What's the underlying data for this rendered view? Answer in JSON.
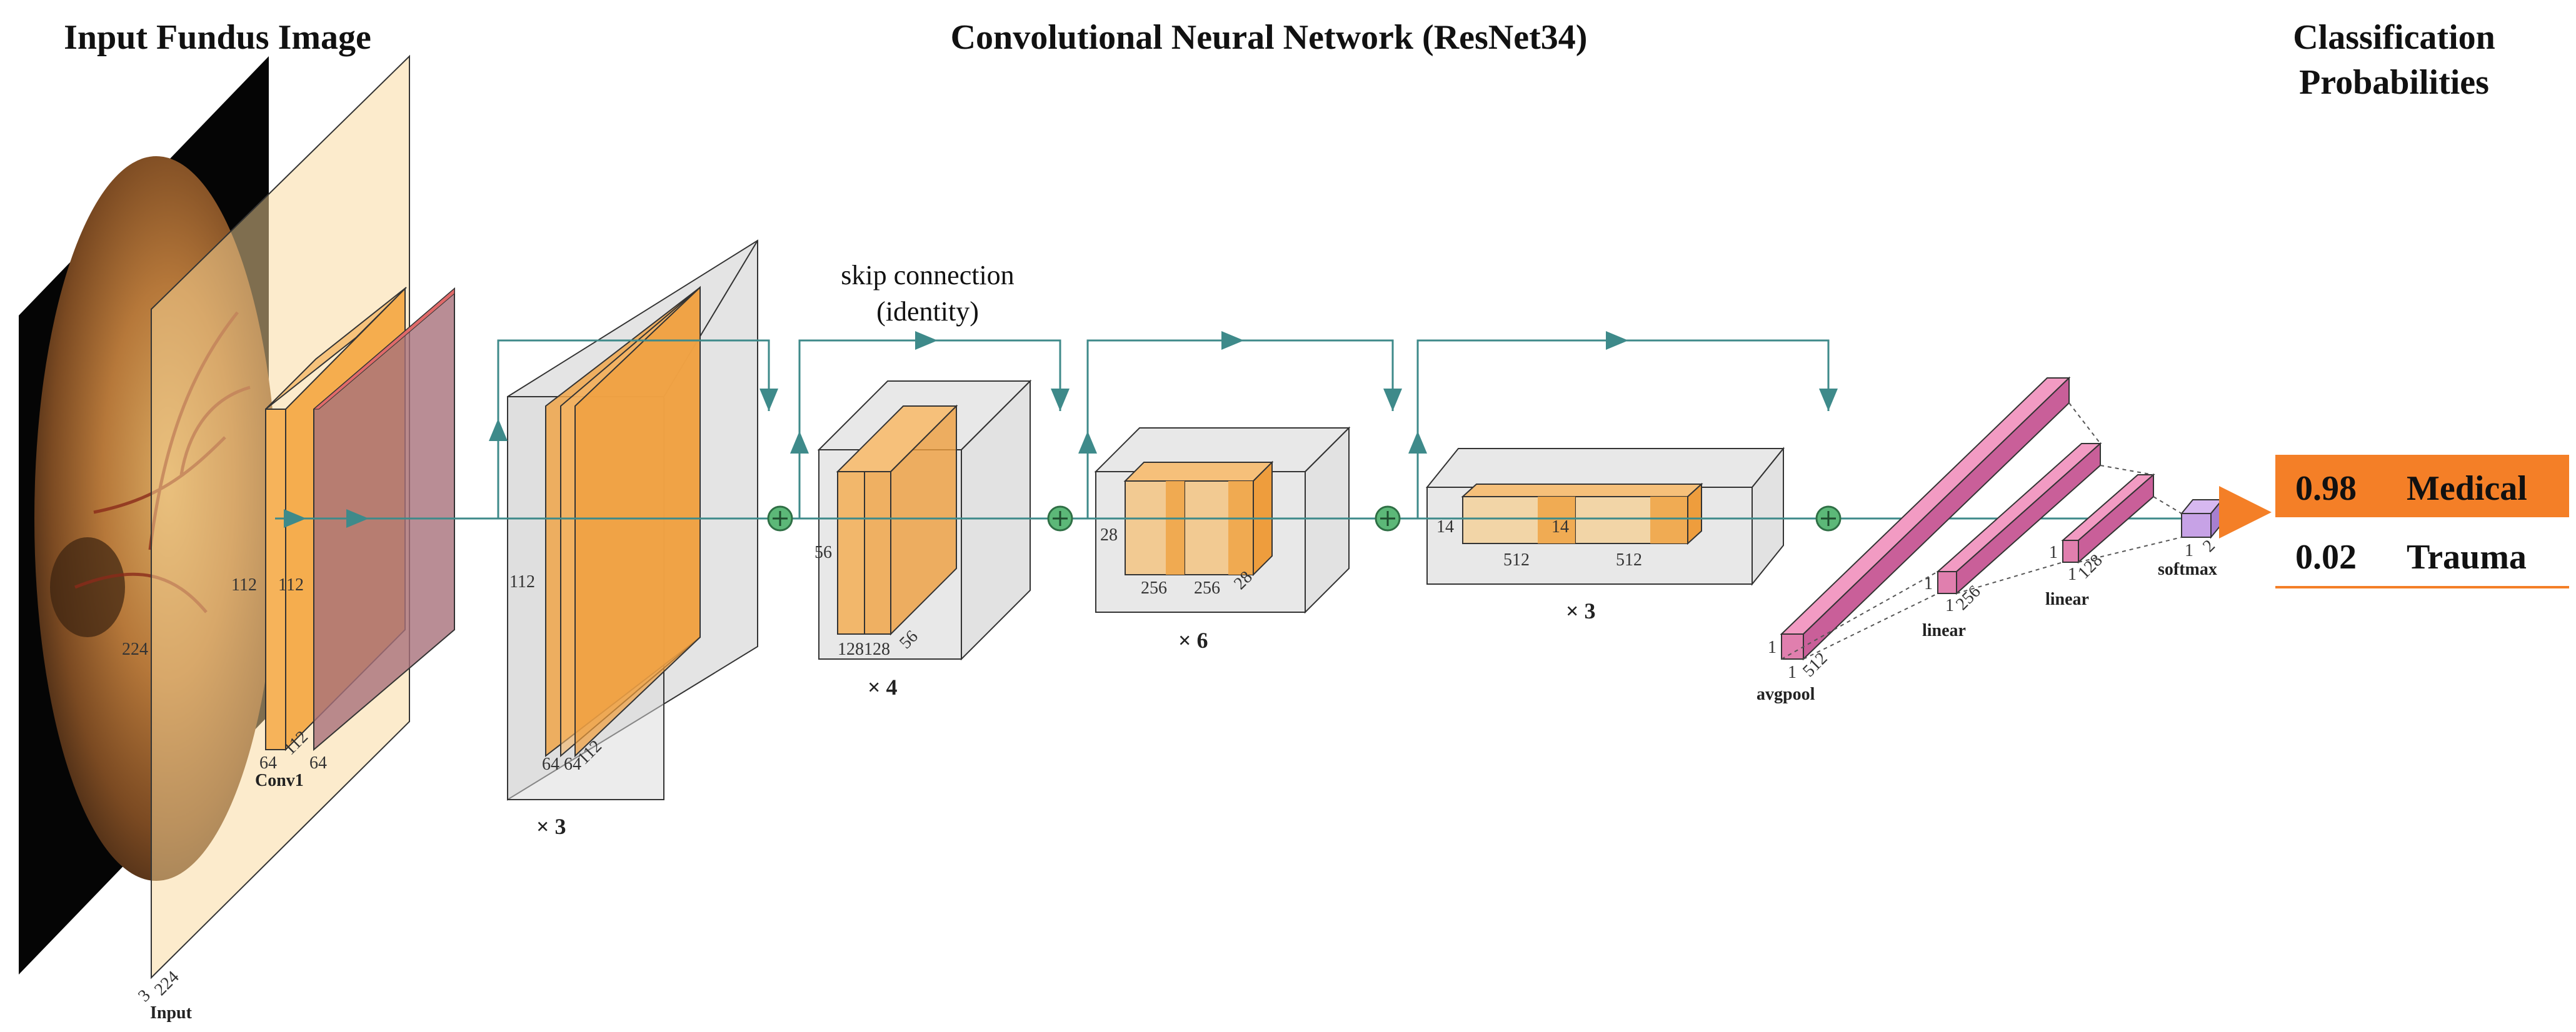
{
  "titles": {
    "input": "Input Fundus Image",
    "network": "Convolutional Neural Network (ResNet34)",
    "output_line1": "Classification",
    "output_line2": "Probabilities"
  },
  "skip_connection": {
    "line1": "skip connection",
    "line2": "(identity)"
  },
  "input_block": {
    "label": "Input",
    "dims": [
      "3",
      "224",
      "224"
    ]
  },
  "conv1": {
    "label": "Conv1",
    "dims": [
      "112",
      "112",
      "64",
      "112",
      "64"
    ]
  },
  "stages": [
    {
      "repeat": "× 3",
      "dims": [
        "112",
        "64",
        "64",
        "112"
      ]
    },
    {
      "repeat": "× 4",
      "dims": [
        "56",
        "128",
        "128",
        "56"
      ]
    },
    {
      "repeat": "× 6",
      "dims": [
        "28",
        "256",
        "256",
        "28"
      ]
    },
    {
      "repeat": "× 3",
      "dims": [
        "14",
        "14",
        "512",
        "512"
      ]
    }
  ],
  "head": {
    "avgpool": {
      "label": "avgpool",
      "dims": [
        "1",
        "1",
        "512"
      ]
    },
    "linear1": {
      "label": "linear",
      "dims": [
        "1",
        "1",
        "256"
      ]
    },
    "linear2": {
      "label": "linear",
      "dims": [
        "1",
        "1",
        "128"
      ]
    },
    "softmax": {
      "label": "softmax",
      "dims": [
        "1",
        "2"
      ]
    }
  },
  "probabilities": [
    {
      "value": "0.98",
      "label": "Medical",
      "highlight": true
    },
    {
      "value": "0.02",
      "label": "Trauma",
      "highlight": false
    }
  ],
  "colors": {
    "accent_orange": "#f47f27",
    "feature_map": "#f0a64a",
    "fc_pink": "#e07fae",
    "softmax_purple": "#b98bd9",
    "line_teal": "#3e8a8a",
    "add_node": "#5cb878"
  }
}
